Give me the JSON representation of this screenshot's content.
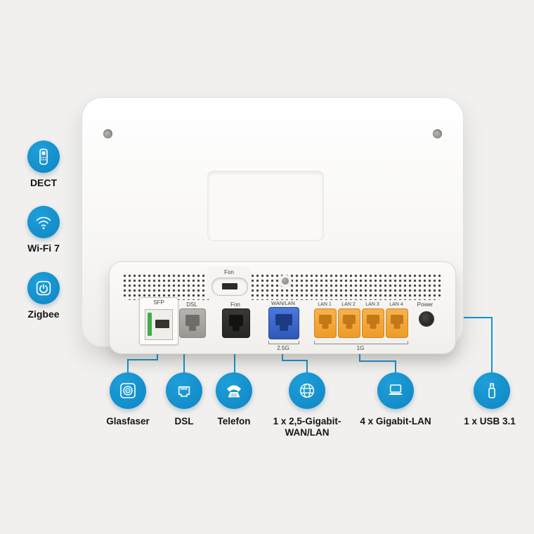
{
  "diagram": {
    "left_features": [
      {
        "label": "DECT"
      },
      {
        "label": "Wi-Fi 7"
      },
      {
        "label": "Zigbee"
      }
    ],
    "bottom_features": [
      {
        "label": "Glasfaser"
      },
      {
        "label": "DSL"
      },
      {
        "label": "Telefon"
      },
      {
        "label": "1 x 2,5-Gigabit-WAN/LAN"
      },
      {
        "label": "4 x Gigabit-LAN"
      },
      {
        "label": "1 x USB 3.1"
      }
    ],
    "ports": {
      "sfp": "SFP",
      "tae_fon": "Fon",
      "dsl": "DSL",
      "fon": "Fon",
      "wan": "WAN/LAN",
      "wan_speed": "2.5G",
      "lan": [
        "LAN 1",
        "LAN 2",
        "LAN 3",
        "LAN 4"
      ],
      "lan_speed": "1G",
      "power": "Power"
    },
    "colors": {
      "accent_blue": "#1493d1",
      "lan_port_orange": "#f2a53c",
      "wan_port_blue": "#3a66c8",
      "sfp_green": "#3fae49",
      "background": "#f1f0ee"
    }
  }
}
